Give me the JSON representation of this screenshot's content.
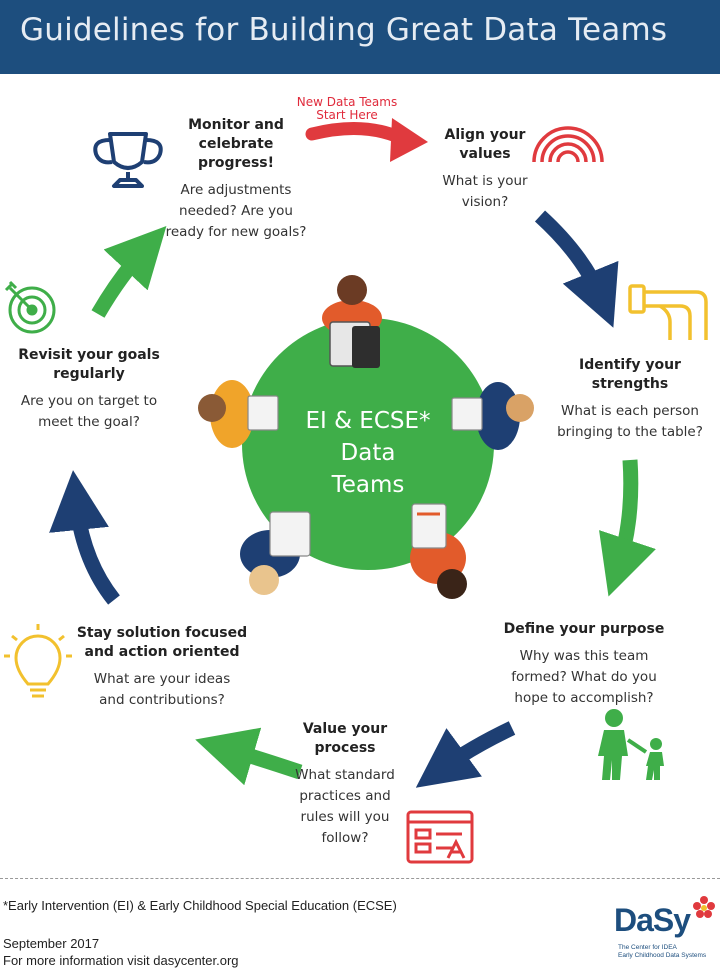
{
  "header": {
    "title": "Guidelines for Building Great Data Teams"
  },
  "start": {
    "label_line1": "New Data Teams",
    "label_line2": "Start Here"
  },
  "center": {
    "line1": "EI & ECSE*",
    "line2": "Data",
    "line3": "Teams"
  },
  "steps": [
    {
      "title_line1": "Align your",
      "title_line2": "values",
      "question_line1": "What is your",
      "question_line2": "vision?"
    },
    {
      "title_line1": "Identify your strengths",
      "question_line1": "What is each person",
      "question_line2": "bringing to the table?"
    },
    {
      "title_line1": "Define your purpose",
      "question_line1": "Why was this team",
      "question_line2": "formed? What do you",
      "question_line3": "hope to accomplish?"
    },
    {
      "title_line1": "Value your",
      "title_line2": "process",
      "question_line1": "What standard",
      "question_line2": "practices and",
      "question_line3": "rules will you",
      "question_line4": "follow?"
    },
    {
      "title_line1": "Stay solution focused",
      "title_line2": "and action oriented",
      "question_line1": "What are your ideas",
      "question_line2": "and contributions?"
    },
    {
      "title_line1": "Revisit your goals",
      "title_line2": "regularly",
      "question_line1": "Are you on target to",
      "question_line2": "meet the goal?"
    },
    {
      "title_line1": "Monitor and",
      "title_line2": "celebrate progress!",
      "question_line1": "Are adjustments",
      "question_line2": "needed? Are you",
      "question_line3": "ready for new goals?"
    }
  ],
  "footer": {
    "footnote": "*Early Intervention (EI) & Early Childhood Special Education (ECSE)",
    "date": "September 2017",
    "more_info": "For more information visit dasycenter.org"
  },
  "logo": {
    "name": "DaSy",
    "tag_line1": "The Center for IDEA",
    "tag_line2": "Early Childhood Data Systems"
  },
  "colors": {
    "header": "#1d4e7e",
    "navy": "#1e3f73",
    "green": "#3fae49",
    "red": "#e03a3e",
    "yellow": "#f2c12e"
  },
  "icons": [
    "trophy-icon",
    "rainbow-icon",
    "pipes-icon",
    "target-icon",
    "lightbulb-icon",
    "parent-child-icon",
    "form-icon",
    "logo-flower-icon"
  ]
}
